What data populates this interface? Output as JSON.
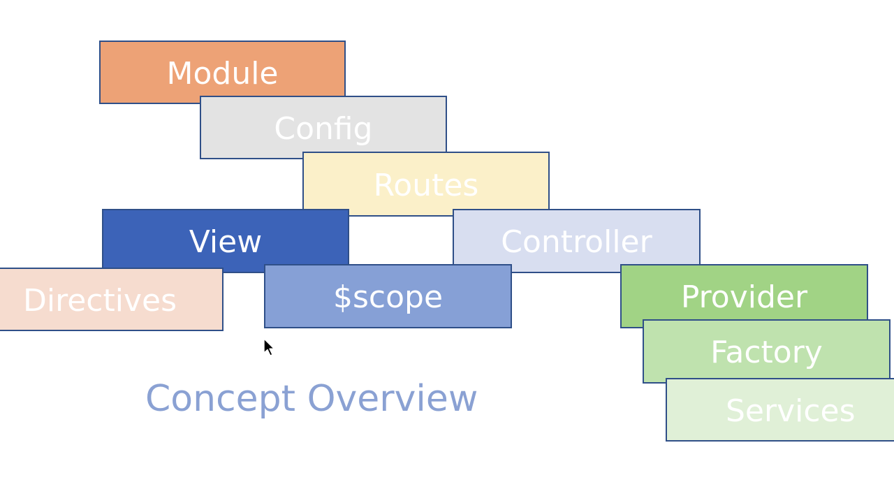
{
  "diagram": {
    "title": "Concept Overview",
    "title_color": "#8aa1d3",
    "border_color": "#2f4f88",
    "boxes": [
      {
        "id": "module",
        "label": "Module",
        "fill": "#eda276"
      },
      {
        "id": "config",
        "label": "Config",
        "fill": "#e3e3e3"
      },
      {
        "id": "routes",
        "label": "Routes",
        "fill": "#fbf0c9"
      },
      {
        "id": "view",
        "label": "View",
        "fill": "#3c63b8"
      },
      {
        "id": "controller",
        "label": "Controller",
        "fill": "#d8def0"
      },
      {
        "id": "directives",
        "label": "Directives",
        "fill": "#f6dccf"
      },
      {
        "id": "scope",
        "label": "$scope",
        "fill": "#86a0d6"
      },
      {
        "id": "provider",
        "label": "Provider",
        "fill": "#a1d385"
      },
      {
        "id": "factory",
        "label": "Factory",
        "fill": "#bfe2ae"
      },
      {
        "id": "services",
        "label": "Services",
        "fill": "#e0f0d7"
      }
    ]
  },
  "cursor": {
    "icon": "mouse-pointer-icon"
  }
}
